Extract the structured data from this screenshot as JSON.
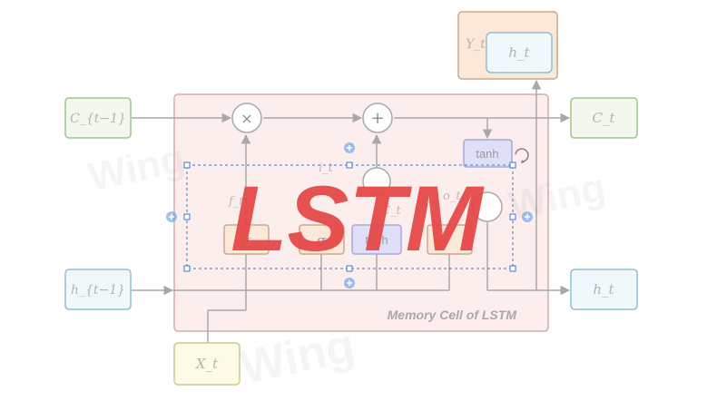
{
  "diagram": {
    "inputs": {
      "c_prev": "C_{t−1}",
      "h_prev": "h_{t−1}",
      "x_t": "X_t"
    },
    "outputs": {
      "c_t": "C_t",
      "h_t": "h_t",
      "y_t": "Y_t",
      "y_inner": "h_t"
    },
    "ops": {
      "multiply": "×",
      "add": "+"
    },
    "gates": {
      "sigma1": "σ",
      "sigma2": "σ",
      "tanh_gate": "tanh",
      "tanh_out": "tanh"
    },
    "hidden_labels": {
      "f_t": "f_t",
      "i_t": "i_t",
      "c_tilde": "C̃_t",
      "o_t": "o_t"
    },
    "cell_caption": "Memory Cell of LSTM",
    "overlay_title": "LSTM",
    "watermark": "Wing"
  },
  "colors": {
    "cell_fill": "#fdeeee",
    "cell_stroke": "#d8aaaa",
    "green_box_fill": "#f3f8ee",
    "green_box_stroke": "#9ec48a",
    "blue_box_fill": "#f0f8fb",
    "blue_box_stroke": "#8fc0d2",
    "yellow_box_fill": "#fdfbe8",
    "yellow_box_stroke": "#cfc98a",
    "orange_box_fill": "#fbe8d8",
    "orange_box_stroke": "#c9a98a",
    "tanh_fill": "#dfe0f8",
    "tanh_stroke": "#a6a8d8",
    "title_red": "#e54848",
    "selection_blue": "#3a76d6",
    "line": "#a8a8a8"
  }
}
